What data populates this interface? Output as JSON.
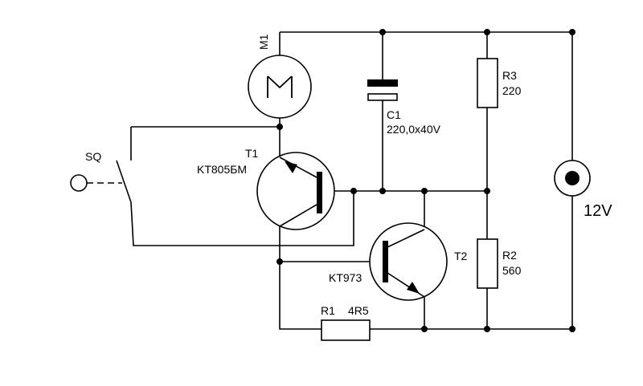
{
  "motor": {
    "label": "M1"
  },
  "capacitor": {
    "label": "C1",
    "value": "220,0x40V"
  },
  "r3": {
    "label": "R3",
    "value": "220"
  },
  "r2": {
    "label": "R2",
    "value": "560"
  },
  "r1": {
    "label": "R1",
    "value": "4R5"
  },
  "t1": {
    "label": "T1",
    "part": "KT805БМ"
  },
  "t2": {
    "label": "T2",
    "part": "KT973"
  },
  "switch": {
    "label": "SQ"
  },
  "supply": {
    "label": "12V"
  }
}
